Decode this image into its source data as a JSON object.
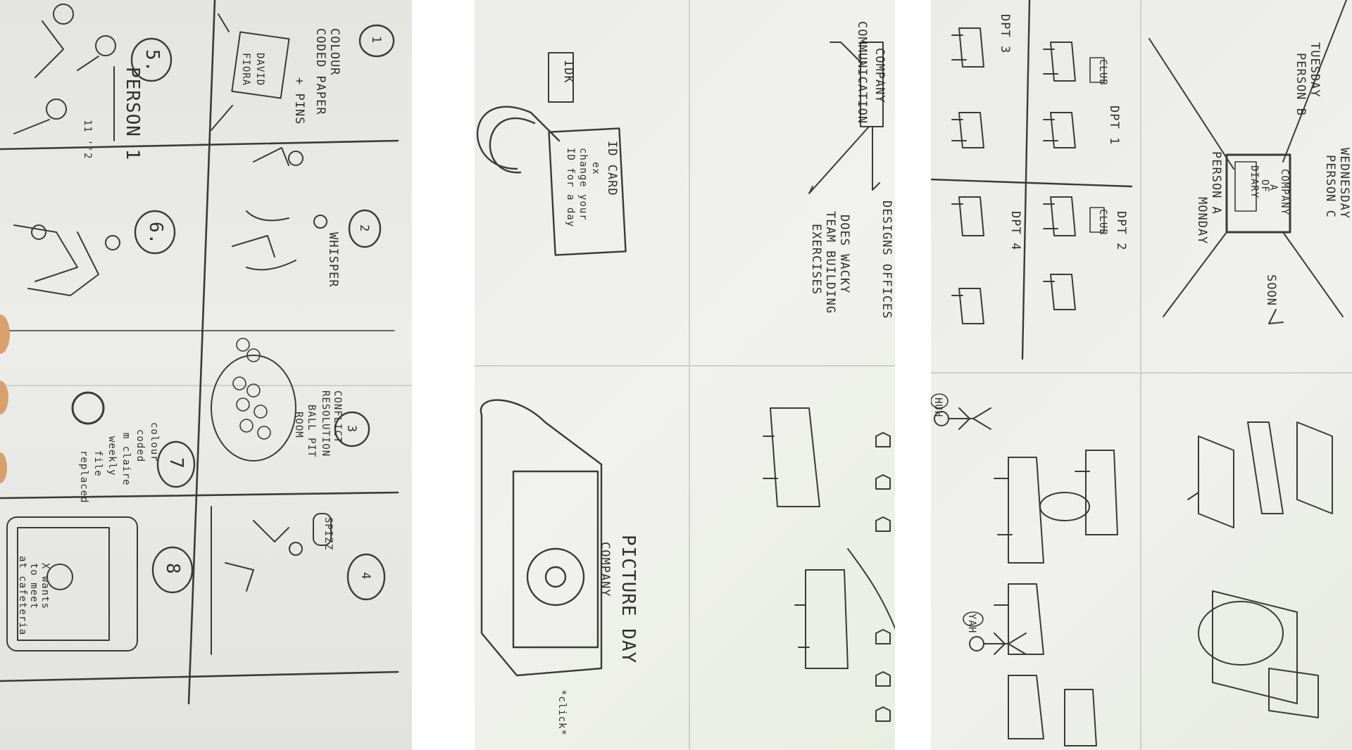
{
  "sketch_1": {
    "panel_numbers": [
      "1",
      "2",
      "3",
      "4",
      "5.",
      "6.",
      "7",
      "8"
    ],
    "p1_text": [
      "COLOUR",
      "CODED PAPER",
      "+ PINS"
    ],
    "p1_name_card": [
      "DAVID",
      "FIORA"
    ],
    "p2_text": "WHISPER",
    "p3_text": [
      "CONFLICT",
      "RESOLUTION",
      "BALL PIT",
      "ROOM"
    ],
    "p4_text": "SPIZZ",
    "p5_text": "PERSON 1",
    "p5_note": "11 ''2",
    "p7_text": [
      "colour",
      "coded",
      "m claire",
      "weekly",
      "file",
      "replaced"
    ],
    "p8_text": [
      "X wants",
      "to meet",
      "at cafeteria"
    ]
  },
  "sketch_2": {
    "idk": "IDK",
    "company": "COMPANY",
    "communication": "COMMUNICATION",
    "designs_offices": "DESIGNS OFFICES",
    "wacky": [
      "DOES WACKY",
      "TEAM BUILDING",
      "EXERCISES"
    ],
    "id_card": [
      "ID CARD",
      "ex",
      "change your",
      "ID for a day"
    ],
    "picture_day": "PICTURE DAY",
    "company_small": "COMPANY",
    "click": "*click*"
  },
  "sketch_3": {
    "dpt1": "DPT 1",
    "dpt2": "DPT 2",
    "dpt3": "DPT 3",
    "dpt4": "DPT 4",
    "club": "CLUB",
    "diary": [
      "DIARY",
      "OF",
      "A",
      "COMPANY"
    ],
    "monday": [
      "MONDAY",
      "PERSON A"
    ],
    "tuesday": [
      "TUESDAY",
      "PERSON B"
    ],
    "wednesday": [
      "WEDNESDAY",
      "PERSON C"
    ],
    "soon": "SOON",
    "huh": "HUH",
    "yah": "YAH"
  }
}
